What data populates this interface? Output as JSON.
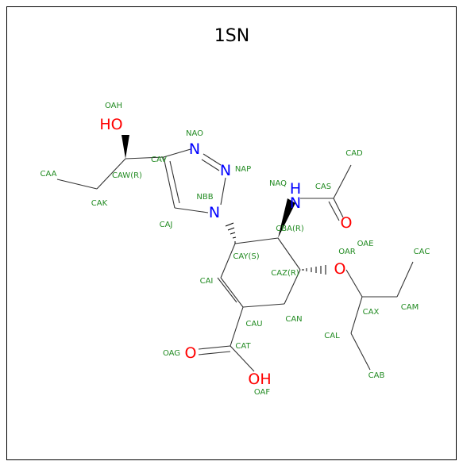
{
  "title": "1SN",
  "colors": {
    "bond": "#333333",
    "atom_label": "#228b22",
    "oxygen": "#ff0000",
    "nitrogen": "#0000ff"
  },
  "atom_labels": {
    "OAH": "OAH",
    "CAA": "CAA",
    "CAK": "CAK",
    "CAW": "CAW(R)",
    "CAV": "CAV",
    "NAO": "NAO",
    "NAP": "NAP",
    "NBB": "NBB",
    "CAJ": "CAJ",
    "NAQ": "NAQ",
    "CAS": "CAS",
    "CAD": "CAD",
    "CBA": "CBA(R)",
    "CAY": "CAY(S)",
    "OAR": "OAR",
    "OAE": "OAE",
    "CAC": "CAC",
    "CAI": "CAI",
    "CAZ": "CAZ(R)",
    "CAM": "CAM",
    "CAX": "CAX",
    "CAU": "CAU",
    "CAN": "CAN",
    "CAL": "CAL",
    "CAT": "CAT",
    "OAG": "OAG",
    "CAB": "CAB",
    "OAF": "OAF"
  },
  "element_symbols": {
    "HO": "HO",
    "N_NAO": "N",
    "N_NAP": "N",
    "N_NBB": "N",
    "H_NAQ": "H",
    "N_NAQ": "N",
    "O_CAS": "O",
    "O_OAR": "O",
    "O_OAG": "O",
    "OH_OAF": "OH"
  }
}
